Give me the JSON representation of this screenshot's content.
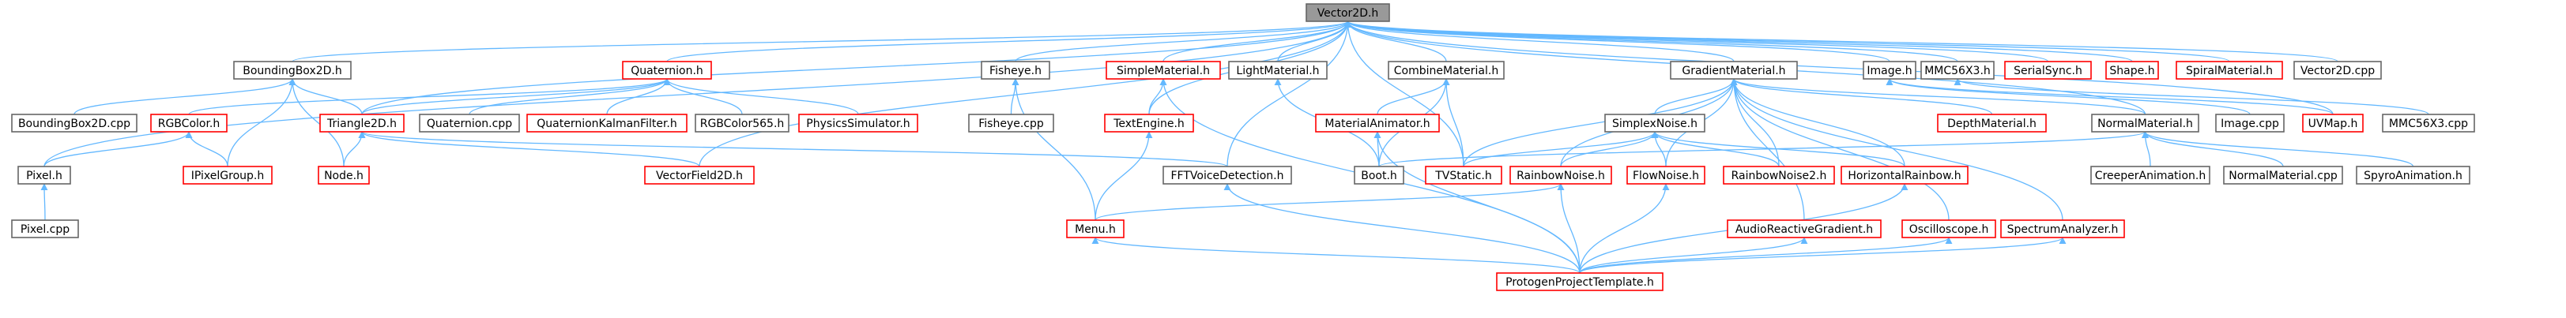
{
  "colors": {
    "edge": "#63b8ff",
    "root_fill": "#999999",
    "root_border": "#666666",
    "normal_border": "#666666",
    "missing_border": "#ff0000",
    "node_fill": "#ffffff"
  },
  "nodes": [
    {
      "id": "vector2d_h",
      "label": "Vector2D.h",
      "style": "root"
    },
    {
      "id": "boundingbox2d_h",
      "label": "BoundingBox2D.h",
      "style": "normal"
    },
    {
      "id": "quaternion_h",
      "label": "Quaternion.h",
      "style": "missing"
    },
    {
      "id": "fisheye_h",
      "label": "Fisheye.h",
      "style": "normal"
    },
    {
      "id": "simplematerial_h",
      "label": "SimpleMaterial.h",
      "style": "missing"
    },
    {
      "id": "lightmaterial_h",
      "label": "LightMaterial.h",
      "style": "normal"
    },
    {
      "id": "combinematerial_h",
      "label": "CombineMaterial.h",
      "style": "normal"
    },
    {
      "id": "gradientmaterial_h",
      "label": "GradientMaterial.h",
      "style": "normal"
    },
    {
      "id": "image_h",
      "label": "Image.h",
      "style": "normal"
    },
    {
      "id": "mmc56x3_h",
      "label": "MMC56X3.h",
      "style": "normal"
    },
    {
      "id": "serialsync_h",
      "label": "SerialSync.h",
      "style": "missing"
    },
    {
      "id": "shape_h",
      "label": "Shape.h",
      "style": "missing"
    },
    {
      "id": "spiralmaterial_h",
      "label": "SpiralMaterial.h",
      "style": "missing"
    },
    {
      "id": "vector2d_cpp",
      "label": "Vector2D.cpp",
      "style": "normal"
    },
    {
      "id": "boundingbox2d_cpp",
      "label": "BoundingBox2D.cpp",
      "style": "normal"
    },
    {
      "id": "rgbcolor_h",
      "label": "RGBColor.h",
      "style": "missing"
    },
    {
      "id": "triangle2d_h",
      "label": "Triangle2D.h",
      "style": "missing"
    },
    {
      "id": "quaternion_cpp",
      "label": "Quaternion.cpp",
      "style": "normal"
    },
    {
      "id": "quaternionkalmanfilter_h",
      "label": "QuaternionKalmanFilter.h",
      "style": "missing"
    },
    {
      "id": "rgbcolor565_h",
      "label": "RGBColor565.h",
      "style": "normal"
    },
    {
      "id": "physicssimulator_h",
      "label": "PhysicsSimulator.h",
      "style": "missing"
    },
    {
      "id": "fisheye_cpp",
      "label": "Fisheye.cpp",
      "style": "normal"
    },
    {
      "id": "textengine_h",
      "label": "TextEngine.h",
      "style": "missing"
    },
    {
      "id": "materialanimator_h",
      "label": "MaterialAnimator.h",
      "style": "missing"
    },
    {
      "id": "simplexnoise_h",
      "label": "SimplexNoise.h",
      "style": "normal"
    },
    {
      "id": "depthmaterial_h",
      "label": "DepthMaterial.h",
      "style": "missing"
    },
    {
      "id": "normalmaterial_h",
      "label": "NormalMaterial.h",
      "style": "normal"
    },
    {
      "id": "image_cpp",
      "label": "Image.cpp",
      "style": "normal"
    },
    {
      "id": "uvmap_h",
      "label": "UVMap.h",
      "style": "missing"
    },
    {
      "id": "mmc56x3_cpp",
      "label": "MMC56X3.cpp",
      "style": "normal"
    },
    {
      "id": "pixel_h",
      "label": "Pixel.h",
      "style": "normal"
    },
    {
      "id": "ipixelgroup_h",
      "label": "IPixelGroup.h",
      "style": "missing"
    },
    {
      "id": "node_h",
      "label": "Node.h",
      "style": "missing"
    },
    {
      "id": "vectorfield2d_h",
      "label": "VectorField2D.h",
      "style": "missing"
    },
    {
      "id": "fftvoicedetection_h",
      "label": "FFTVoiceDetection.h",
      "style": "normal"
    },
    {
      "id": "boot_h",
      "label": "Boot.h",
      "style": "normal"
    },
    {
      "id": "tvstatic_h",
      "label": "TVStatic.h",
      "style": "missing"
    },
    {
      "id": "rainbownoise_h",
      "label": "RainbowNoise.h",
      "style": "missing"
    },
    {
      "id": "flownoise_h",
      "label": "FlowNoise.h",
      "style": "missing"
    },
    {
      "id": "rainbownoise2_h",
      "label": "RainbowNoise2.h",
      "style": "missing"
    },
    {
      "id": "horizontalrainbow_h",
      "label": "HorizontalRainbow.h",
      "style": "missing"
    },
    {
      "id": "creeperanimation_h",
      "label": "CreeperAnimation.h",
      "style": "normal"
    },
    {
      "id": "normalmaterial_cpp",
      "label": "NormalMaterial.cpp",
      "style": "normal"
    },
    {
      "id": "spyroanimation_h",
      "label": "SpyroAnimation.h",
      "style": "normal"
    },
    {
      "id": "pixel_cpp",
      "label": "Pixel.cpp",
      "style": "normal"
    },
    {
      "id": "menu_h",
      "label": "Menu.h",
      "style": "missing"
    },
    {
      "id": "audioreactivegradient_h",
      "label": "AudioReactiveGradient.h",
      "style": "missing"
    },
    {
      "id": "oscilloscope_h",
      "label": "Oscilloscope.h",
      "style": "missing"
    },
    {
      "id": "spectrumanalyzer_h",
      "label": "SpectrumAnalyzer.h",
      "style": "missing"
    },
    {
      "id": "protogenprojecttemplate_h",
      "label": "ProtogenProjectTemplate.h",
      "style": "missing"
    }
  ],
  "edges": [
    [
      "boundingbox2d_h",
      "vector2d_h"
    ],
    [
      "quaternion_h",
      "vector2d_h"
    ],
    [
      "fisheye_h",
      "vector2d_h"
    ],
    [
      "simplematerial_h",
      "vector2d_h"
    ],
    [
      "lightmaterial_h",
      "vector2d_h"
    ],
    [
      "combinematerial_h",
      "vector2d_h"
    ],
    [
      "gradientmaterial_h",
      "vector2d_h"
    ],
    [
      "image_h",
      "vector2d_h"
    ],
    [
      "mmc56x3_h",
      "vector2d_h"
    ],
    [
      "serialsync_h",
      "vector2d_h"
    ],
    [
      "shape_h",
      "vector2d_h"
    ],
    [
      "spiralmaterial_h",
      "vector2d_h"
    ],
    [
      "vector2d_cpp",
      "vector2d_h"
    ],
    [
      "pixel_h",
      "vector2d_h"
    ],
    [
      "triangle2d_h",
      "vector2d_h"
    ],
    [
      "vectorfield2d_h",
      "vector2d_h"
    ],
    [
      "fftvoicedetection_h",
      "vector2d_h"
    ],
    [
      "textengine_h",
      "vector2d_h"
    ],
    [
      "tvstatic_h",
      "vector2d_h"
    ],
    [
      "uvmap_h",
      "vector2d_h"
    ],
    [
      "normalmaterial_h",
      "vector2d_h"
    ],
    [
      "boundingbox2d_cpp",
      "boundingbox2d_h"
    ],
    [
      "ipixelgroup_h",
      "boundingbox2d_h"
    ],
    [
      "node_h",
      "boundingbox2d_h"
    ],
    [
      "triangle2d_h",
      "boundingbox2d_h"
    ],
    [
      "rgbcolor_h",
      "quaternion_h"
    ],
    [
      "triangle2d_h",
      "quaternion_h"
    ],
    [
      "quaternion_cpp",
      "quaternion_h"
    ],
    [
      "quaternionkalmanfilter_h",
      "quaternion_h"
    ],
    [
      "rgbcolor565_h",
      "quaternion_h"
    ],
    [
      "physicssimulator_h",
      "quaternion_h"
    ],
    [
      "fisheye_cpp",
      "fisheye_h"
    ],
    [
      "menu_h",
      "fisheye_h"
    ],
    [
      "textengine_h",
      "simplematerial_h"
    ],
    [
      "protogenprojecttemplate_h",
      "simplematerial_h"
    ],
    [
      "boot_h",
      "lightmaterial_h"
    ],
    [
      "materialanimator_h",
      "combinematerial_h"
    ],
    [
      "boot_h",
      "combinematerial_h"
    ],
    [
      "tvstatic_h",
      "combinematerial_h"
    ],
    [
      "simplexnoise_h",
      "gradientmaterial_h"
    ],
    [
      "depthmaterial_h",
      "gradientmaterial_h"
    ],
    [
      "normalmaterial_h",
      "gradientmaterial_h"
    ],
    [
      "rainbownoise_h",
      "gradientmaterial_h"
    ],
    [
      "flownoise_h",
      "gradientmaterial_h"
    ],
    [
      "rainbownoise2_h",
      "gradientmaterial_h"
    ],
    [
      "horizontalrainbow_h",
      "gradientmaterial_h"
    ],
    [
      "audioreactivegradient_h",
      "gradientmaterial_h"
    ],
    [
      "oscilloscope_h",
      "gradientmaterial_h"
    ],
    [
      "spectrumanalyzer_h",
      "gradientmaterial_h"
    ],
    [
      "tvstatic_h",
      "gradientmaterial_h"
    ],
    [
      "image_cpp",
      "image_h"
    ],
    [
      "uvmap_h",
      "image_h"
    ],
    [
      "mmc56x3_cpp",
      "mmc56x3_h"
    ],
    [
      "pixel_h",
      "rgbcolor_h"
    ],
    [
      "ipixelgroup_h",
      "rgbcolor_h"
    ],
    [
      "node_h",
      "triangle2d_h"
    ],
    [
      "vectorfield2d_h",
      "triangle2d_h"
    ],
    [
      "fftvoicedetection_h",
      "triangle2d_h"
    ],
    [
      "menu_h",
      "textengine_h"
    ],
    [
      "boot_h",
      "materialanimator_h"
    ],
    [
      "protogenprojecttemplate_h",
      "materialanimator_h"
    ],
    [
      "rainbownoise_h",
      "simplexnoise_h"
    ],
    [
      "flownoise_h",
      "simplexnoise_h"
    ],
    [
      "rainbownoise2_h",
      "simplexnoise_h"
    ],
    [
      "horizontalrainbow_h",
      "simplexnoise_h"
    ],
    [
      "tvstatic_h",
      "simplexnoise_h"
    ],
    [
      "boot_h",
      "normalmaterial_h"
    ],
    [
      "creeperanimation_h",
      "normalmaterial_h"
    ],
    [
      "normalmaterial_cpp",
      "normalmaterial_h"
    ],
    [
      "spyroanimation_h",
      "normalmaterial_h"
    ],
    [
      "pixel_cpp",
      "pixel_h"
    ],
    [
      "protogenprojecttemplate_h",
      "fftvoicedetection_h"
    ],
    [
      "menu_h",
      "rainbownoise_h"
    ],
    [
      "protogenprojecttemplate_h",
      "rainbownoise_h"
    ],
    [
      "protogenprojecttemplate_h",
      "flownoise_h"
    ],
    [
      "protogenprojecttemplate_h",
      "horizontalrainbow_h"
    ],
    [
      "protogenprojecttemplate_h",
      "menu_h"
    ],
    [
      "protogenprojecttemplate_h",
      "audioreactivegradient_h"
    ],
    [
      "protogenprojecttemplate_h",
      "oscilloscope_h"
    ],
    [
      "protogenprojecttemplate_h",
      "spectrumanalyzer_h"
    ]
  ]
}
